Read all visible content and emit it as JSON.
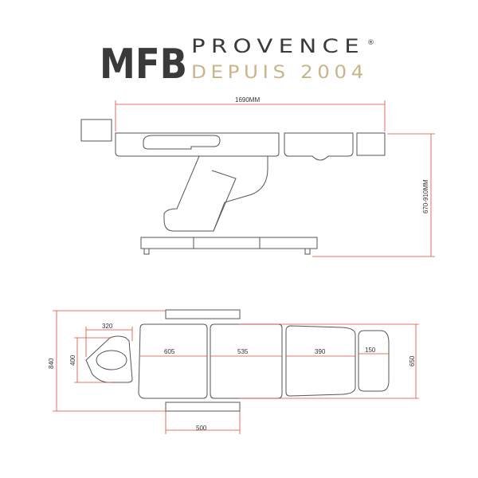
{
  "logo": {
    "mfb": "MFB",
    "provence": "PROVENCE",
    "registered": "®",
    "depuis": "DEPUIS 2004",
    "accent_color": "#c9b58a",
    "dark_color": "#3a3a3a"
  },
  "dimensions": {
    "total_length": "1690MM",
    "height_range": "670-910MM",
    "width_outer": "840",
    "head_width": "400",
    "head_length": "320",
    "back_section": "605",
    "seat_section": "535",
    "leg_section": "390",
    "foot_section": "150",
    "table_width": "650",
    "armrest": "500"
  },
  "colors": {
    "dimension_line": "#e04a3a",
    "outline": "#555555"
  }
}
